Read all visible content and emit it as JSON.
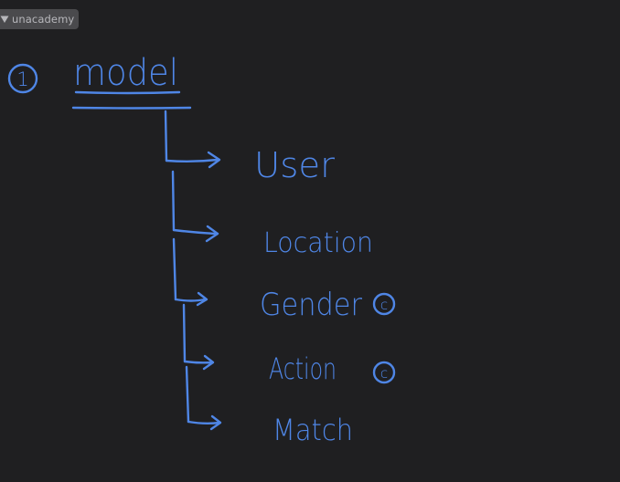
{
  "watermark": {
    "brand": "unacademy",
    "icon": "unacademy-logo-icon"
  },
  "notes": {
    "number": "1",
    "heading": "model",
    "items": [
      {
        "label": "User",
        "marker": ""
      },
      {
        "label": "Location",
        "marker": ""
      },
      {
        "label": "Gender",
        "marker": "c"
      },
      {
        "label": "Action",
        "marker": "c"
      },
      {
        "label": "Match",
        "marker": ""
      }
    ]
  },
  "colors": {
    "background": "#1f1f21",
    "ink": "#4f86e6",
    "watermark_bg": "#4a4a4d",
    "watermark_text": "#b7b7bb"
  }
}
